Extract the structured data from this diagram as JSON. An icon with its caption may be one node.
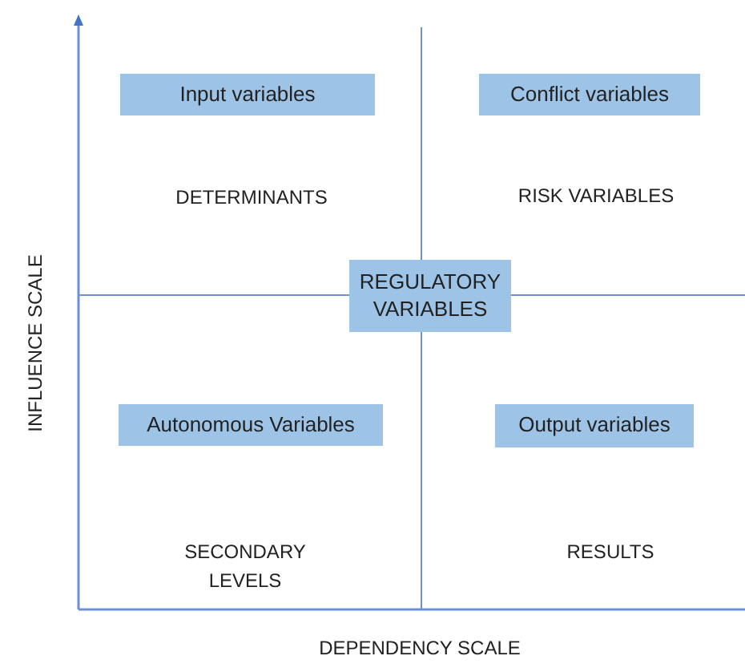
{
  "diagram": {
    "nodes": [
      {
        "text": [
          "Input variables"
        ]
      },
      {
        "text": [
          "Conflict variables"
        ]
      },
      {
        "text": [
          "REGULATORY VARIABLES"
        ]
      },
      {
        "text": [
          "Autonomous Variables"
        ]
      },
      {
        "text": [
          "Output variables"
        ]
      }
    ],
    "labels": [
      "DETERMINANTS",
      "RISK VARIABLES",
      "INFLUENCE SCALE",
      "SECONDARY LEVELS",
      "RESULTS",
      "DEPENDENCY SCALE"
    ]
  }
}
